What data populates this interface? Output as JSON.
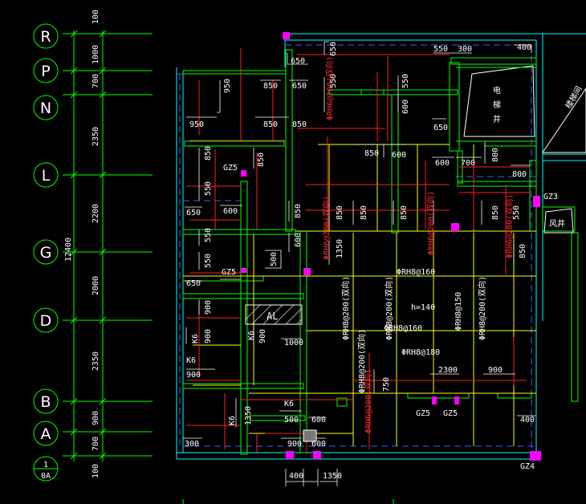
{
  "axes": {
    "labels": [
      "R",
      "P",
      "N",
      "L",
      "G",
      "D",
      "B",
      "A"
    ],
    "bottom_label_top": "1",
    "bottom_label_bottom": "0A",
    "spacings": [
      "100",
      "1000",
      "700",
      "2350",
      "2200",
      "2000",
      "2350",
      "900",
      "700",
      "100"
    ],
    "total": "12400"
  },
  "dimensions": [
    "650",
    "650",
    "550",
    "300",
    "400",
    "950",
    "850",
    "650",
    "550",
    "550",
    "600",
    "950",
    "850",
    "850",
    "650",
    "850",
    "600",
    "600",
    "700",
    "800",
    "850",
    "550",
    "850",
    "650",
    "600",
    "850",
    "850",
    "850",
    "850",
    "1350",
    "600",
    "500",
    "550",
    "650",
    "550",
    "900",
    "900",
    "900",
    "1000",
    "900",
    "1350",
    "750",
    "2300",
    "900",
    "500",
    "600",
    "400",
    "300",
    "900",
    "600",
    "400",
    "1350",
    "850",
    "850",
    "550"
  ],
  "member_labels": {
    "gz5_a": "GZ5",
    "gz5_b": "GZ5",
    "gz5_c": "GZ5",
    "gz5_d": "GZ5",
    "gz3": "GZ3",
    "gz4": "GZ4",
    "k6_a": "K6",
    "k6_b": "K6",
    "k6_c": "K6",
    "k6_d": "K6",
    "k6_e": "K6",
    "al": "AL",
    "slab_h": "h=140",
    "rebar_160_top": "ΦRH8@160",
    "rebar_160_mid": "ΦRH8@160",
    "rebar_180": "ΦRH8@180",
    "rebar_200_a": "ΦRH8@200(双向)",
    "rebar_200_b": "ΦRH8@200(双向)",
    "rebar_150": "ΦRH8@150",
    "rebar_200_c": "ΦRH8@200(双向)",
    "rebar_200_d": "ΦRH8@200(双向)",
    "red_rebar_1": "ΦRH6@200(双向)",
    "red_rebar_2": "ΦRH6@200(双向)",
    "red_rebar_3": "ΦRH6@200(双向)",
    "red_rebar_4": "ΦRH6@200(双向)",
    "red_rebar_5": "ΦRH6@200(双向)",
    "shaft_1": "电",
    "shaft_2": "梯",
    "shaft_3": "井",
    "shaft_right": "风井",
    "stair_label": "楼梯间"
  },
  "colors": {
    "background": "#000000",
    "axis_line": "#00ff00",
    "wall": "#00ff00",
    "beam": "#ffff00",
    "slab_rebar": "#ff2020",
    "column": "#ff00ff",
    "dashed_beam": "#4040ff",
    "cyan": "#00ffff",
    "dim": "#ffffff"
  }
}
